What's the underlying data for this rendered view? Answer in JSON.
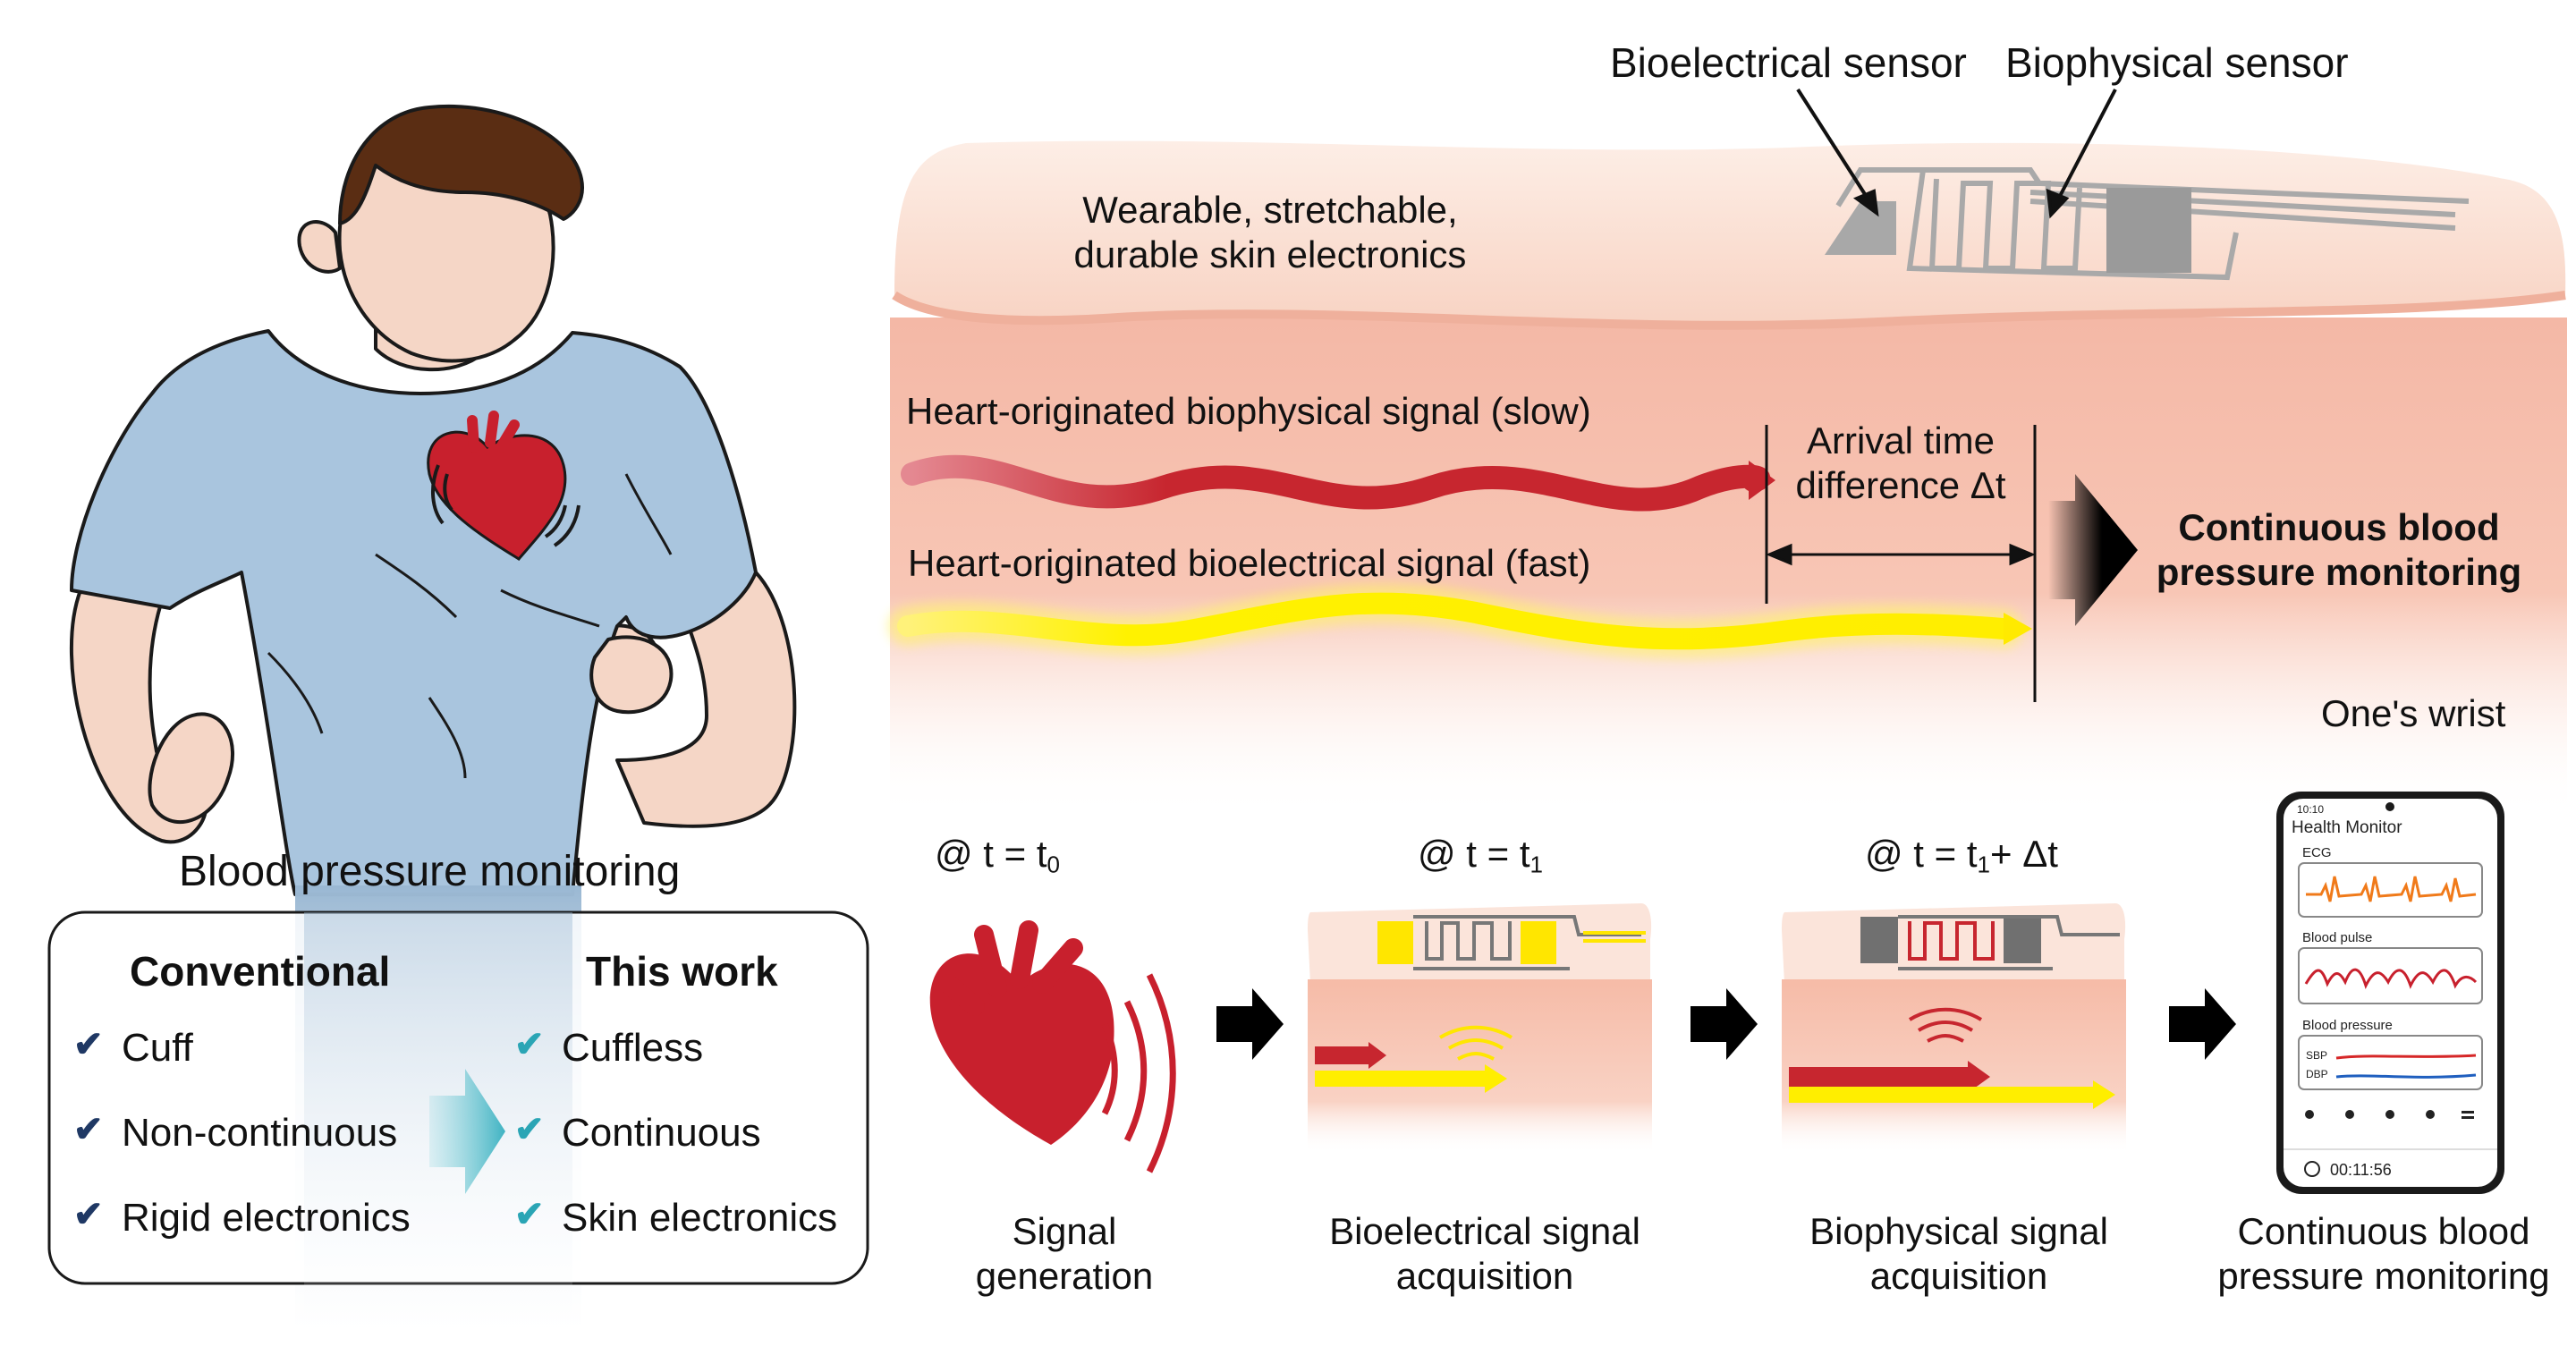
{
  "sensor_labels": {
    "bioelectrical": "Bioelectrical sensor",
    "biophysical": "Biophysical sensor"
  },
  "skin_label": [
    "Wearable, stretchable,",
    "durable skin electronics"
  ],
  "signals": {
    "slow": "Heart-originated biophysical signal (slow)",
    "fast": "Heart-originated bioelectrical signal (fast)"
  },
  "arrival": [
    "Arrival time",
    "difference Δt"
  ],
  "result": [
    "Continuous blood",
    "pressure monitoring"
  ],
  "wrist_label": "One's wrist",
  "bp_title": "Blood pressure monitoring",
  "comparison": {
    "conventional_title": "Conventional",
    "thiswork_title": "This work",
    "conventional_items": [
      "Cuff",
      "Non-continuous",
      "Rigid electronics"
    ],
    "thiswork_items": [
      "Cuffless",
      "Continuous",
      "Skin electronics"
    ],
    "check_glyph": "✔"
  },
  "steps": {
    "t0_prefix": "@ t = t",
    "t0_sub": "0",
    "t1_prefix": "@ t = t",
    "t1_sub": "1",
    "t2_prefix": "@ t = t",
    "t2_sub": "1",
    "t2_suffix": "+ Δt",
    "captions": [
      [
        "Signal",
        "generation"
      ],
      [
        "Bioelectrical signal",
        "acquisition"
      ],
      [
        "Biophysical signal",
        "acquisition"
      ],
      [
        "Continuous blood",
        "pressure monitoring"
      ]
    ]
  },
  "phone": {
    "time": "10:10",
    "app_title": "Health Monitor",
    "ecg": "ECG",
    "pulse": "Blood pulse",
    "bp": "Blood pressure",
    "sbp": "SBP",
    "dbp": "DBP",
    "timer": "00:11:56"
  },
  "colors": {
    "skin": "#f7c3b2",
    "skin_top": "#fbe2d7",
    "red_signal": "#c7262f",
    "yellow_signal": "#fff200",
    "shirt": "#a9c5de",
    "heart": "#c8202d",
    "check_dark": "#1f3864",
    "check_teal": "#2aa5b5",
    "ecg": "#f07a1a",
    "pulse": "#c8202d",
    "sbp": "#d62728",
    "dbp": "#1f5fbf"
  }
}
